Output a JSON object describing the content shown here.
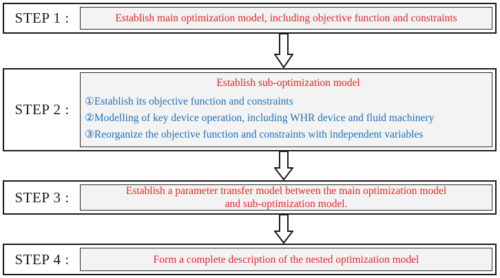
{
  "steps": [
    {
      "label": "STEP 1 :",
      "title": "Establish main optimization model, including objective function and constraints"
    },
    {
      "label": "STEP 2 :",
      "title": "Establish sub-optimization model",
      "items": [
        "①Establish its objective function and constraints",
        "②Modelling of key device operation, including WHR device and fluid machinery",
        "③Reorganize the objective function and constraints with independent variables"
      ]
    },
    {
      "label": "STEP 3 :",
      "title_lines": [
        "Establish a parameter transfer model between the main optimization model",
        "and sub-optimization model."
      ]
    },
    {
      "label": "STEP 4 :",
      "title": "Form a complete description of the nested optimization model"
    }
  ],
  "colors": {
    "title_text": "#e0282c",
    "item_text": "#1f72b8",
    "border": "#1a1a1a",
    "inner_fill": "#f3f3f3"
  },
  "arrow_icon": "hollow-down-arrow-icon"
}
